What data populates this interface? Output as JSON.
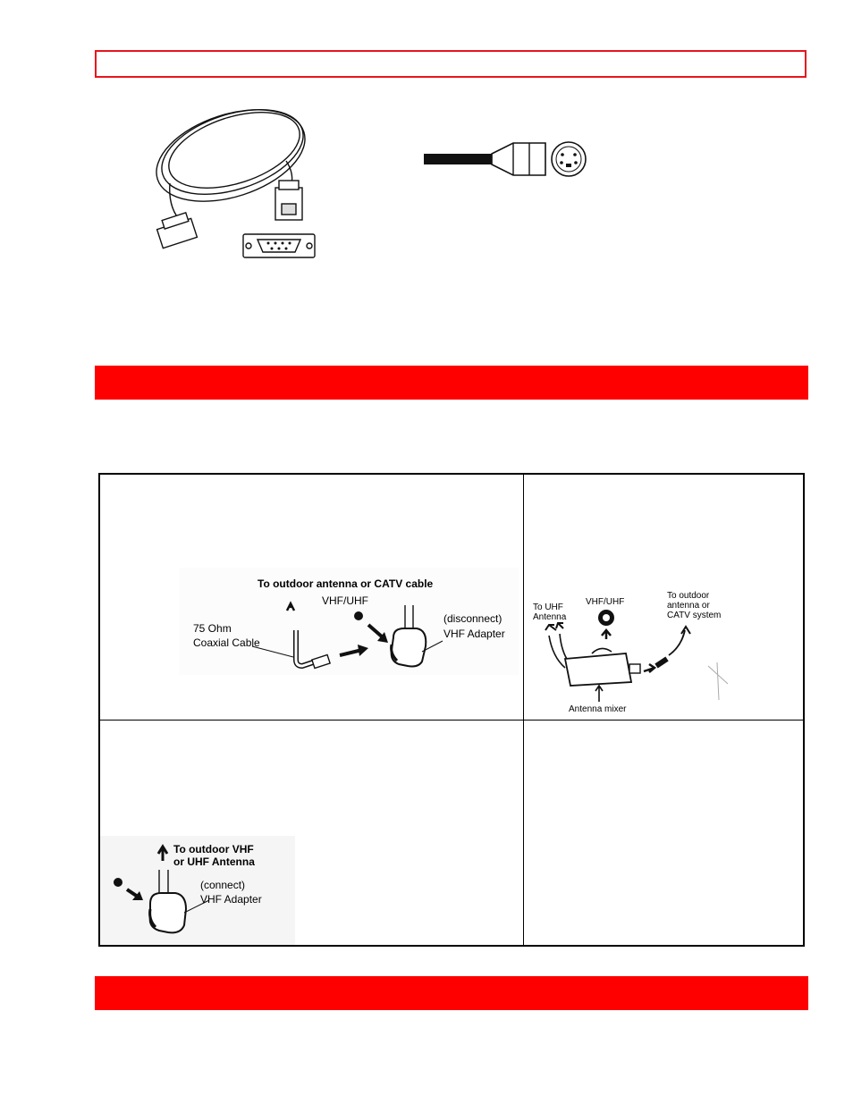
{
  "fig1": {
    "to_antenna": "To outdoor antenna or CATV cable",
    "vhf_uhf": "VHF/UHF",
    "coax_line1": "75 Ohm",
    "coax_line2": "Coaxial Cable",
    "adapter_line1": "(disconnect)",
    "adapter_line2": "VHF Adapter"
  },
  "fig2": {
    "to_uhf_line1": "To UHF",
    "to_uhf_line2": "Antenna",
    "vhf_uhf": "VHF/UHF",
    "outdoor_line1": "To outdoor",
    "outdoor_line2": "antenna or",
    "outdoor_line3": "CATV system",
    "mixer": "Antenna mixer"
  },
  "fig3": {
    "to_antenna_line1": "To outdoor VHF",
    "to_antenna_line2": "or UHF Antenna",
    "adapter_line1": "(connect)",
    "adapter_line2": "VHF Adapter"
  },
  "colors": {
    "bar": "#ff0000",
    "bar_outline": "#e8151b"
  }
}
